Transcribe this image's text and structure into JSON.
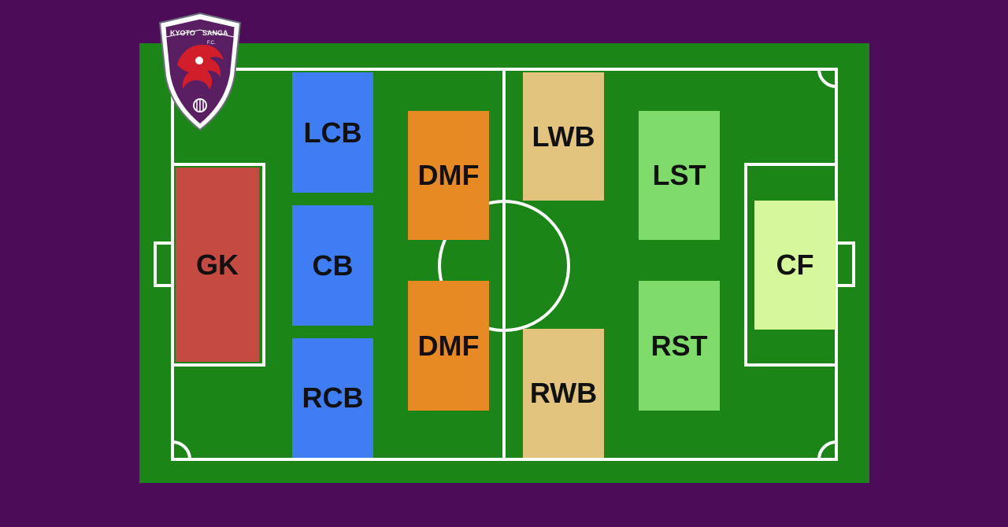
{
  "logo": {
    "text_left": "KYOTO",
    "text_right": "SANGA",
    "text_small": "F.C.",
    "colors": {
      "outer": "#ffffff",
      "shield": "#5a1f63",
      "emblem": "#d21d2a"
    }
  },
  "colors": {
    "background": "#4d0c58",
    "pitch": "#1b8517",
    "lines": "#ffffff",
    "goalkeeper": "#c54b42",
    "center_backs": "#3f7df4",
    "defensive_mids": "#e78a24",
    "wing_backs": "#e2c47f",
    "strikers": "#7fdc6a",
    "center_forward": "#d6f79a"
  },
  "positions": [
    {
      "id": "gk",
      "label": "GK",
      "group": "goalkeeper"
    },
    {
      "id": "lcb",
      "label": "LCB",
      "group": "center_backs"
    },
    {
      "id": "cb",
      "label": "CB",
      "group": "center_backs"
    },
    {
      "id": "rcb",
      "label": "RCB",
      "group": "center_backs"
    },
    {
      "id": "dmf-top",
      "label": "DMF",
      "group": "defensive_mids"
    },
    {
      "id": "dmf-bottom",
      "label": "DMF",
      "group": "defensive_mids"
    },
    {
      "id": "lwb",
      "label": "LWB",
      "group": "wing_backs"
    },
    {
      "id": "rwb",
      "label": "RWB",
      "group": "wing_backs"
    },
    {
      "id": "lst",
      "label": "LST",
      "group": "strikers"
    },
    {
      "id": "rst",
      "label": "RST",
      "group": "strikers"
    },
    {
      "id": "cf",
      "label": "CF",
      "group": "center_forward"
    }
  ]
}
